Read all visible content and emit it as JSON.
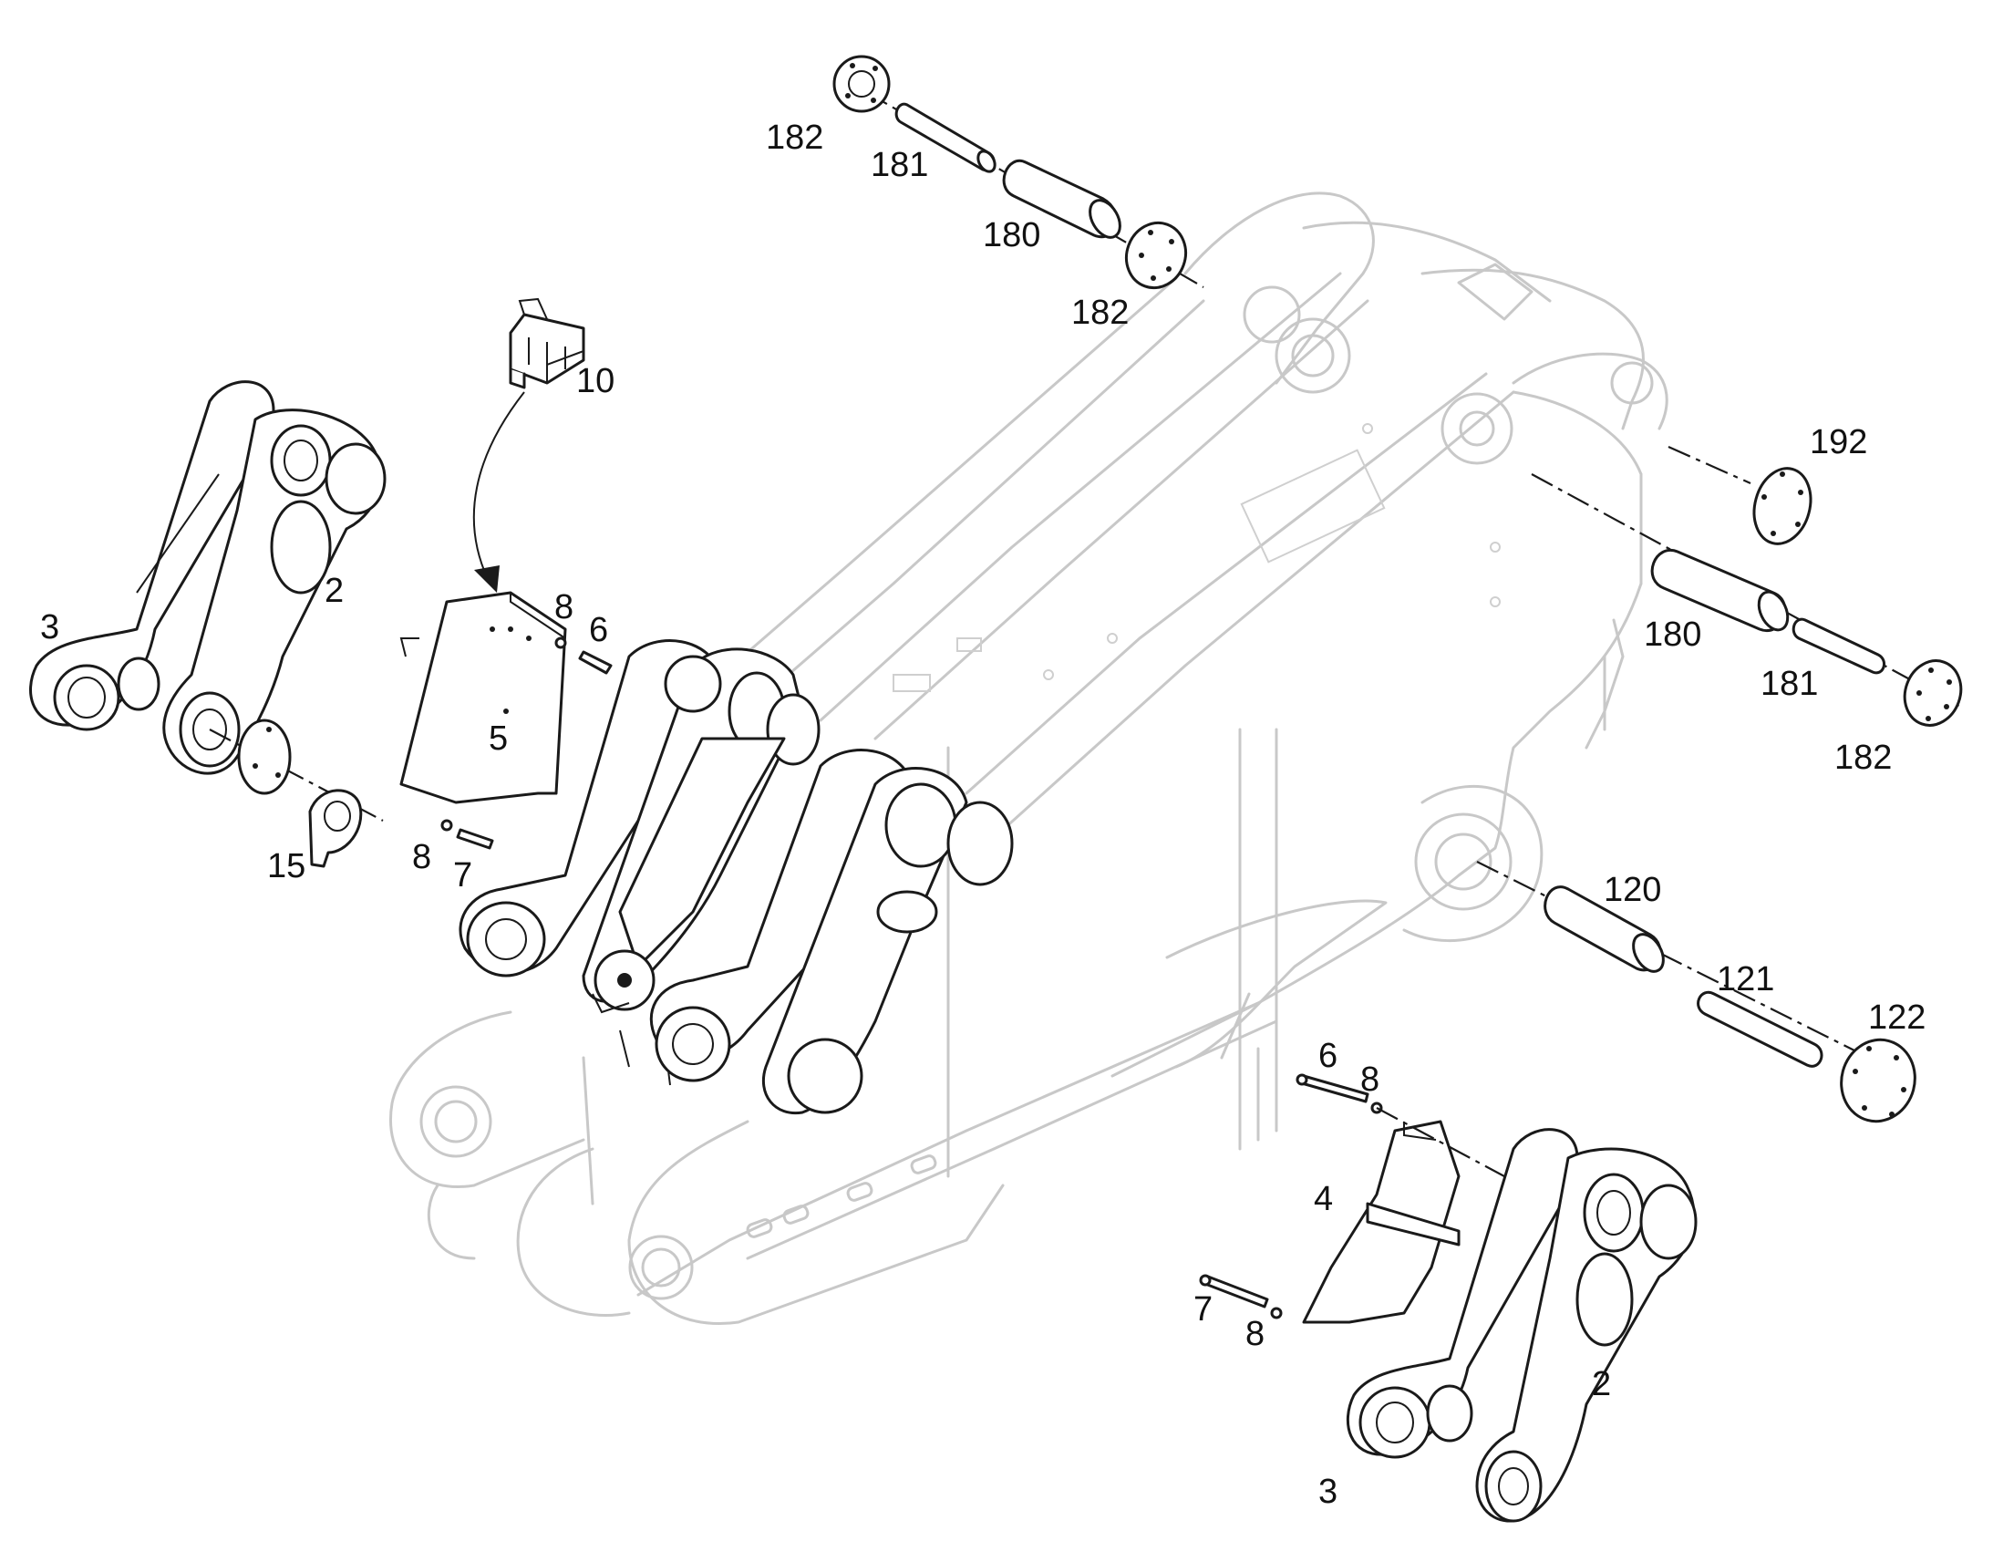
{
  "labels": {
    "l182a": "182",
    "l181a": "181",
    "l180a": "180",
    "l182b": "182",
    "l10": "10",
    "l192": "192",
    "l2a": "2",
    "l3a": "3",
    "l8a": "8",
    "l6a": "6",
    "l5": "5",
    "l15": "15",
    "l8b": "8",
    "l7a": "7",
    "l180b": "180",
    "l181b": "181",
    "l182c": "182",
    "l120": "120",
    "l121": "121",
    "l122": "122",
    "l6b": "6",
    "l8c": "8",
    "l4": "4",
    "l7b": "7",
    "l8d": "8",
    "l2b": "2",
    "l3b": "3"
  }
}
